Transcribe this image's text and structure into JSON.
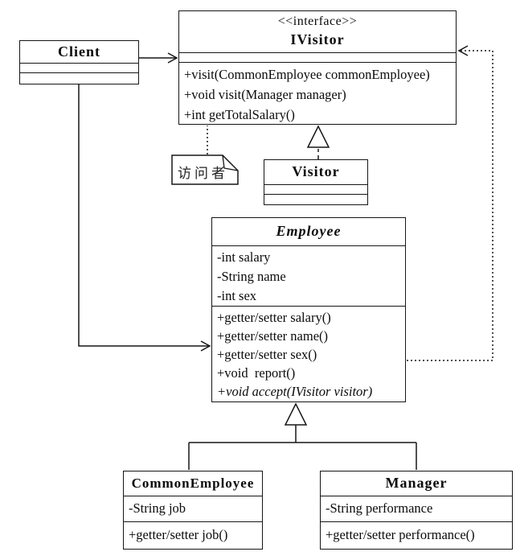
{
  "classes": {
    "client": {
      "name": "Client"
    },
    "ivisitor": {
      "stereotype": "<<interface>>",
      "name": "IVisitor",
      "methods": [
        "+visit(CommonEmployee commonEmployee)",
        "+void visit(Manager manager)",
        "+int getTotalSalary()"
      ]
    },
    "visitor": {
      "name": "Visitor"
    },
    "employee": {
      "name": "Employee",
      "attributes": [
        "-int salary",
        "-String name",
        "-int sex"
      ],
      "methods": [
        "+getter/setter salary()",
        "+getter/setter name()",
        "+getter/setter sex()",
        "+void  report()",
        "+void accept(IVisitor visitor)"
      ]
    },
    "common_employee": {
      "name": "CommonEmployee",
      "attributes": [
        "-String job"
      ],
      "methods": [
        "+getter/setter job()"
      ]
    },
    "manager": {
      "name": "Manager",
      "attributes": [
        "-String performance"
      ],
      "methods": [
        "+getter/setter performance()"
      ]
    }
  },
  "note": {
    "text": "访问者"
  },
  "relationships": [
    {
      "type": "association",
      "from": "Client",
      "to": "IVisitor"
    },
    {
      "type": "association",
      "from": "Client",
      "to": "Employee"
    },
    {
      "type": "realization",
      "from": "Visitor",
      "to": "IVisitor"
    },
    {
      "type": "dependency",
      "from": "Employee",
      "to": "IVisitor"
    },
    {
      "type": "generalization",
      "from": "CommonEmployee",
      "to": "Employee"
    },
    {
      "type": "generalization",
      "from": "Manager",
      "to": "Employee"
    },
    {
      "type": "note-anchor",
      "from": "访问者",
      "to": "IVisitor"
    }
  ],
  "colors": {
    "line": "#161616",
    "background": "#ffffff",
    "box_fill": "#ffffff"
  }
}
